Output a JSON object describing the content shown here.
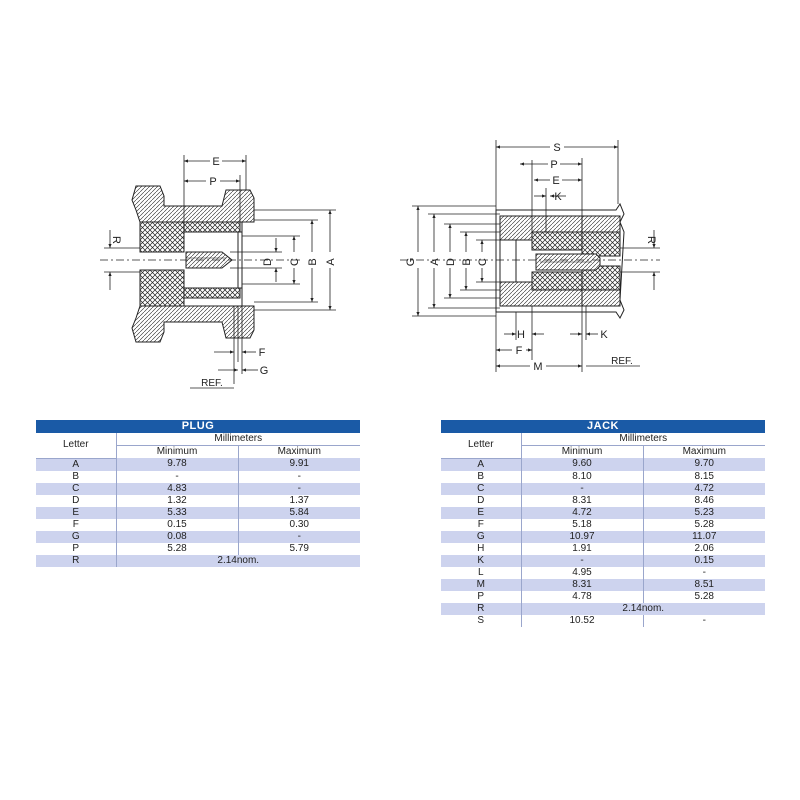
{
  "drawing": {
    "plug_labels": {
      "E": "E",
      "P": "P",
      "R": "R",
      "D": "D",
      "C": "C",
      "B": "B",
      "A": "A",
      "F": "F",
      "G": "G",
      "ref": "REF."
    },
    "jack_labels": {
      "S": "S",
      "P": "P",
      "E": "E",
      "K_top": "K",
      "G": "G",
      "A": "A",
      "D": "D",
      "B": "B",
      "C": "C",
      "R": "R",
      "H": "H",
      "K_bottom": "K",
      "F": "F",
      "M": "M",
      "ref": "REF."
    },
    "colors": {
      "line": "#222222",
      "table_header": "#1a5aa6",
      "row_alt": "#cdd3ee"
    }
  },
  "plug": {
    "title": "PLUG",
    "col_letter": "Letter",
    "col_group": "Millimeters",
    "col_min": "Minimum",
    "col_max": "Maximum",
    "rows": [
      {
        "letter": "A",
        "min": "9.78",
        "max": "9.91"
      },
      {
        "letter": "B",
        "min": "-",
        "max": "-"
      },
      {
        "letter": "C",
        "min": "4.83",
        "max": "-"
      },
      {
        "letter": "D",
        "min": "1.32",
        "max": "1.37"
      },
      {
        "letter": "E",
        "min": "5.33",
        "max": "5.84"
      },
      {
        "letter": "F",
        "min": "0.15",
        "max": "0.30"
      },
      {
        "letter": "G",
        "min": "0.08",
        "max": "-"
      },
      {
        "letter": "P",
        "min": "5.28",
        "max": "5.79"
      },
      {
        "letter": "R",
        "nom": "2.14nom."
      }
    ]
  },
  "jack": {
    "title": "JACK",
    "col_letter": "Letter",
    "col_group": "Millimeters",
    "col_min": "Minimum",
    "col_max": "Maximum",
    "rows": [
      {
        "letter": "A",
        "min": "9.60",
        "max": "9.70"
      },
      {
        "letter": "B",
        "min": "8.10",
        "max": "8.15"
      },
      {
        "letter": "C",
        "min": "-",
        "max": "4.72"
      },
      {
        "letter": "D",
        "min": "8.31",
        "max": "8.46"
      },
      {
        "letter": "E",
        "min": "4.72",
        "max": "5.23"
      },
      {
        "letter": "F",
        "min": "5.18",
        "max": "5.28"
      },
      {
        "letter": "G",
        "min": "10.97",
        "max": "11.07"
      },
      {
        "letter": "H",
        "min": "1.91",
        "max": "2.06"
      },
      {
        "letter": "K",
        "min": "-",
        "max": "0.15"
      },
      {
        "letter": "L",
        "min": "4.95",
        "max": "-"
      },
      {
        "letter": "M",
        "min": "8.31",
        "max": "8.51"
      },
      {
        "letter": "P",
        "min": "4.78",
        "max": "5.28"
      },
      {
        "letter": "R",
        "nom": "2.14nom."
      },
      {
        "letter": "S",
        "min": "10.52",
        "max": "-"
      }
    ]
  }
}
